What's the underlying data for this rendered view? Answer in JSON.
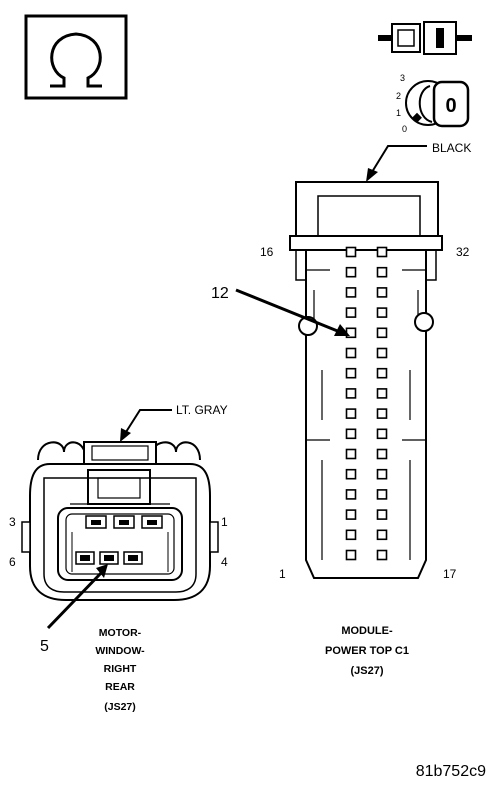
{
  "ohm_symbol": {
    "glyph": "Ω",
    "icon": "ohmmeter-icon"
  },
  "ignition_switch": {
    "icon": "ignition-key-icon",
    "positions": [
      "3",
      "2",
      "1",
      "0"
    ],
    "key_label": "0"
  },
  "module_connector": {
    "color_label": "BLACK",
    "pin_numbers": {
      "top_left": "16",
      "top_right": "32",
      "bottom_left": "1",
      "bottom_right": "17"
    },
    "callout_pin": "12",
    "name_lines": [
      "MODULE-",
      "POWER TOP C1",
      "(JS27)"
    ]
  },
  "motor_connector": {
    "color_label": "LT. GRAY",
    "pin_numbers": {
      "upper_left": "3",
      "upper_right": "1",
      "lower_left": "6",
      "lower_right": "4"
    },
    "callout_pin": "5",
    "name_lines": [
      "MOTOR-",
      "WINDOW-",
      "RIGHT",
      "REAR",
      "(JS27)"
    ]
  },
  "figure_id": "81b752c9"
}
